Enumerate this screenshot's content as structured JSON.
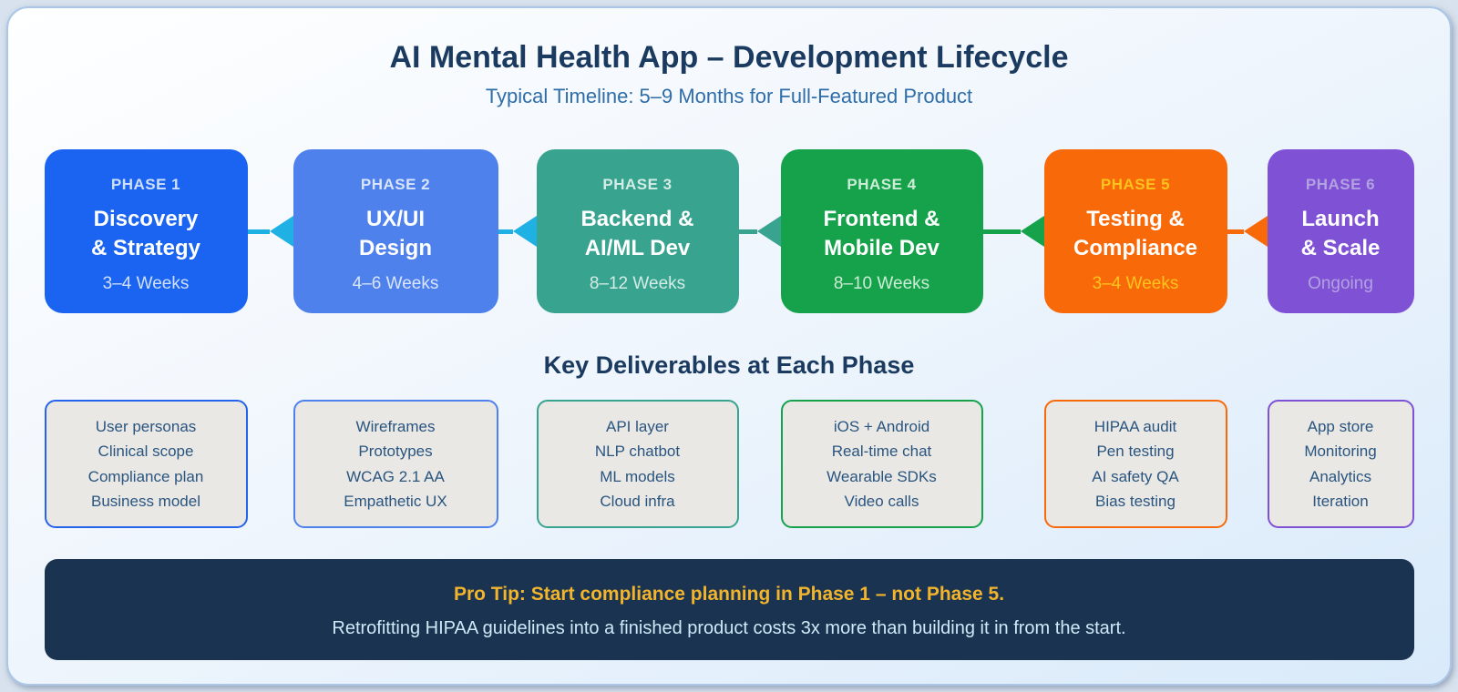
{
  "header": {
    "title": "AI Mental Health App – Development Lifecycle",
    "subtitle": "Typical Timeline: 5–9 Months for Full-Featured Product",
    "title_color": "#1b3a5f",
    "subtitle_color": "#2e6da8"
  },
  "phases": [
    {
      "label": "PHASE 1",
      "title_line1": "Discovery",
      "title_line2": "& Strategy",
      "duration": "3–4 Weeks",
      "bg": "#1b64f2",
      "label_color": "#cfe0fb",
      "duration_color": "#cfe0fb"
    },
    {
      "label": "PHASE 2",
      "title_line1": "UX/UI",
      "title_line2": "Design",
      "duration": "4–6 Weeks",
      "bg": "#4f81ed",
      "label_color": "#d9e5fc",
      "duration_color": "#d9e5fc"
    },
    {
      "label": "PHASE 3",
      "title_line1": "Backend &",
      "title_line2": "AI/ML Dev",
      "duration": "8–12 Weeks",
      "bg": "#38a38e",
      "label_color": "#d3ece6",
      "duration_color": "#d3ece6"
    },
    {
      "label": "PHASE 4",
      "title_line1": "Frontend &",
      "title_line2": "Mobile Dev",
      "duration": "8–10 Weeks",
      "bg": "#15a24b",
      "label_color": "#cdecd8",
      "duration_color": "#cdecd8"
    },
    {
      "label": "PHASE 5",
      "title_line1": "Testing &",
      "title_line2": "Compliance",
      "duration": "3–4 Weeks",
      "bg": "#f8690a",
      "label_color": "#fcc41c",
      "duration_color": "#fcc41c"
    },
    {
      "label": "PHASE 6",
      "title_line1": "Launch",
      "title_line2": "& Scale",
      "duration": "Ongoing",
      "bg": "#7f51d4",
      "label_color": "#b2a2e2",
      "duration_color": "#b2a2e2"
    }
  ],
  "connectors": [
    {
      "color": "#1fb0e4"
    },
    {
      "color": "#1fb0e4"
    },
    {
      "color": "#38a38e"
    },
    {
      "color": "#15a24b"
    },
    {
      "color": "#f8690a"
    }
  ],
  "deliverables": {
    "heading": "Key Deliverables at Each Phase",
    "cards": [
      {
        "border_color": "#2563eb",
        "items": [
          "User personas",
          "Clinical scope",
          "Compliance plan",
          "Business model"
        ]
      },
      {
        "border_color": "#4f81ed",
        "items": [
          "Wireframes",
          "Prototypes",
          "WCAG 2.1 AA",
          "Empathetic UX"
        ]
      },
      {
        "border_color": "#38a38e",
        "items": [
          "API layer",
          "NLP chatbot",
          "ML models",
          "Cloud infra"
        ]
      },
      {
        "border_color": "#15a24b",
        "items": [
          "iOS + Android",
          "Real-time chat",
          "Wearable SDKs",
          "Video calls"
        ]
      },
      {
        "border_color": "#f8690a",
        "items": [
          "HIPAA audit",
          "Pen testing",
          "AI safety QA",
          "Bias testing"
        ]
      },
      {
        "border_color": "#7f51d4",
        "items": [
          "App store",
          "Monitoring",
          "Analytics",
          "Iteration"
        ]
      }
    ]
  },
  "pro_tip": {
    "headline": "Pro Tip: Start compliance planning in Phase 1 – not Phase 5.",
    "body": "Retrofitting HIPAA guidelines into a finished product costs 3x more than building it in from the start.",
    "bg": "#1a3350",
    "headline_color": "#f2b42c",
    "body_color": "#cfe9f8"
  }
}
